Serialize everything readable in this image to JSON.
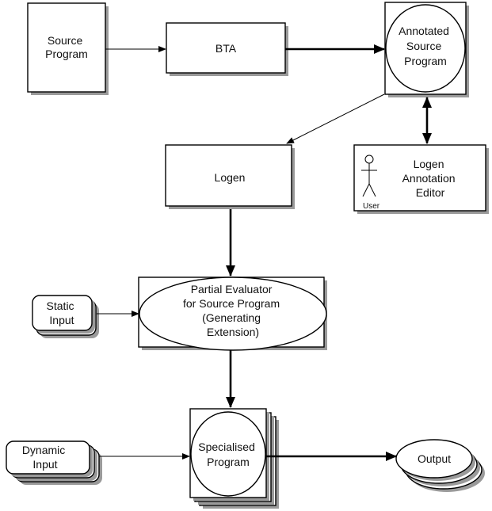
{
  "nodes": {
    "source_program": [
      "Source",
      "Program"
    ],
    "bta": [
      "BTA"
    ],
    "annotated_source_program": [
      "Annotated",
      "Source",
      "Program"
    ],
    "logen": [
      "Logen"
    ],
    "logen_annotation_editor": [
      "Logen",
      "Annotation",
      "Editor"
    ],
    "user_label": "User",
    "static_input": [
      "Static",
      "Input"
    ],
    "partial_evaluator": [
      "Partial Evaluator",
      "for Source Program",
      "(Generating",
      "Extension)"
    ],
    "dynamic_input": [
      "Dynamic",
      "Input"
    ],
    "specialised_program": [
      "Specialised",
      "Program"
    ],
    "output": [
      "Output"
    ]
  }
}
